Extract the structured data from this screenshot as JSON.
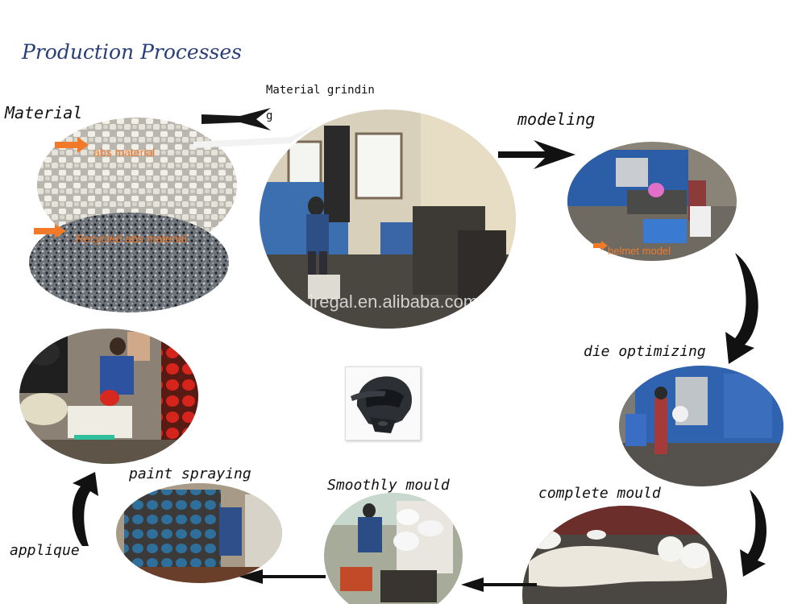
{
  "title": "Production Processes",
  "steps": {
    "material": "Material",
    "grinding_line1": "Material grindin",
    "grinding_line2": "g",
    "modeling": "modeling",
    "die_optimizing": "die optimizing",
    "complete_mould": "complete mould",
    "smoothly_mould": "Smoothly mould",
    "paint_spraying": "paint spraying",
    "applique": "applique"
  },
  "annotations": {
    "abs_material": "abs material",
    "recycled_abs": "Recycled abs material",
    "helmet_model": "helmet model",
    "watermark": "jregal.en.alibaba.com"
  },
  "icons": {
    "arrow": "black-arrow-icon",
    "curved_arrow": "curved-black-arrow-icon",
    "label_arrow": "orange-arrow-icon"
  },
  "colors": {
    "title": "#2a3f7a",
    "annotation": "#f07a2a",
    "arrow": "#111111"
  }
}
